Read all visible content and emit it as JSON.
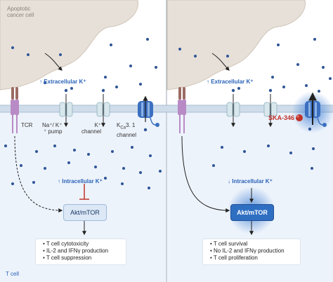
{
  "title_cell": "Apoptotic cancer cell",
  "title_cell_lines": [
    "Apoptotic",
    "cancer cell"
  ],
  "tcell_label": "T cell",
  "left": {
    "extracellular": "↑ Extracellular K⁺",
    "intracellular": "↑ Intracellular K⁺",
    "tcr": "TCR",
    "pump": [
      "Na⁺/ K⁺",
      "⁺ pump"
    ],
    "channel": [
      "K⁺",
      "channel"
    ],
    "kca": [
      "K",
      "Ca",
      "3. 1",
      "channel"
    ],
    "akt": "Akt/mTOR",
    "outcomes": [
      "T cell cytotoxicity",
      "IL-2 and IFNγ production",
      "T cell suppression"
    ]
  },
  "right": {
    "extracellular": "↑ Extracellular K⁺",
    "intracellular": "↓ Intracellular K⁺",
    "drug": "SKA-346",
    "akt": "Akt/mTOR",
    "outcomes": [
      "T cell survival",
      "No IL-2 and IFNγ production",
      "T cell proliferation"
    ]
  },
  "colors": {
    "cancer_cell": "#e7e0d8",
    "tcell_bg": "#edf3fb",
    "membrane": "#c8d8ea",
    "ion": "#2f5597",
    "tcr": "#9b6b63",
    "tcr_chain": "#b88bc6",
    "drug": "#c0312b",
    "akt_active": "#2f6fc2"
  }
}
